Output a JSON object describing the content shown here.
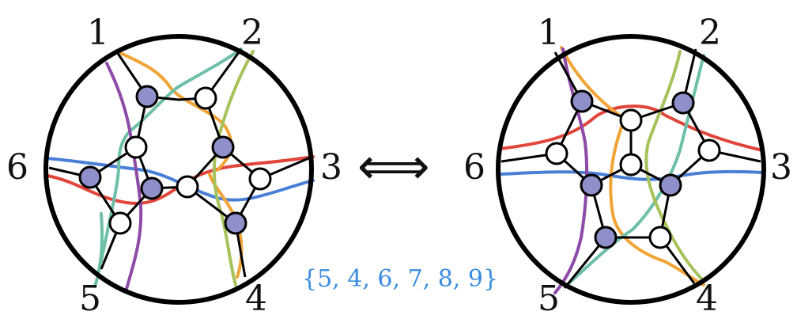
{
  "left_diagram": {
    "boundary_labels": [
      "1",
      "2",
      "3",
      "4",
      "5",
      "6"
    ]
  },
  "right_diagram": {
    "boundary_labels": [
      "1",
      "2",
      "3",
      "4",
      "5",
      "6"
    ]
  },
  "equivalence_symbol": "⟺",
  "mutation_sequence": "{5, 4, 6, 7, 8, 9}",
  "colors": {
    "boundary": "#000000",
    "black_vertex": "#8f8fc9",
    "white_vertex": "#ffffff",
    "strand_red": "#e0453a",
    "strand_blue": "#4a7fd6",
    "strand_orange": "#f0a436",
    "strand_teal": "#6dbfa8",
    "strand_purple": "#8d4aa8",
    "strand_lime": "#a6c25a",
    "sequence_text": "#3b8de0"
  }
}
